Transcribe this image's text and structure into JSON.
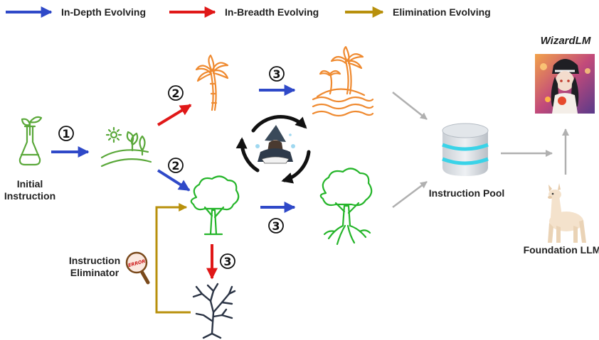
{
  "legend": [
    {
      "label": "In-Depth Evolving",
      "color": "#2f49c8"
    },
    {
      "label": "In-Breadth Evolving",
      "color": "#e01818"
    },
    {
      "label": "Elimination Evolving",
      "color": "#b8900c"
    }
  ],
  "nodes": {
    "initial_instruction": {
      "line1": "Initial",
      "line2": "Instruction"
    },
    "instruction_eliminator": {
      "line1": "Instruction",
      "line2": "Eliminator",
      "badge_text": "ERROR"
    },
    "instruction_pool": {
      "label": "Instruction Pool"
    },
    "wizardlm": {
      "label": "WizardLM"
    },
    "foundation_llm": {
      "label": "Foundation LLM"
    }
  },
  "steps": {
    "one": "1",
    "two": "2",
    "three": "3"
  },
  "colors": {
    "depth": "#2f49c8",
    "breadth": "#e01818",
    "elimination": "#b8900c",
    "orange": "#ef8a30",
    "green": "#25b52a",
    "plant_green": "#5aa83a",
    "gray": "#b0b0b0",
    "dark": "#111111",
    "cyan": "#39d3e8"
  },
  "icons": [
    "seedling-flask-icon",
    "sun-sprout-landscape-icon",
    "palm-tree-icon",
    "palm-island-icon",
    "green-tree-icon",
    "tree-with-roots-icon",
    "dead-tree-icon",
    "magnifier-error-icon",
    "database-icon",
    "cycle-arrows-icon",
    "wizard-icon",
    "wizardlm-portrait-icon",
    "llama-icon"
  ]
}
